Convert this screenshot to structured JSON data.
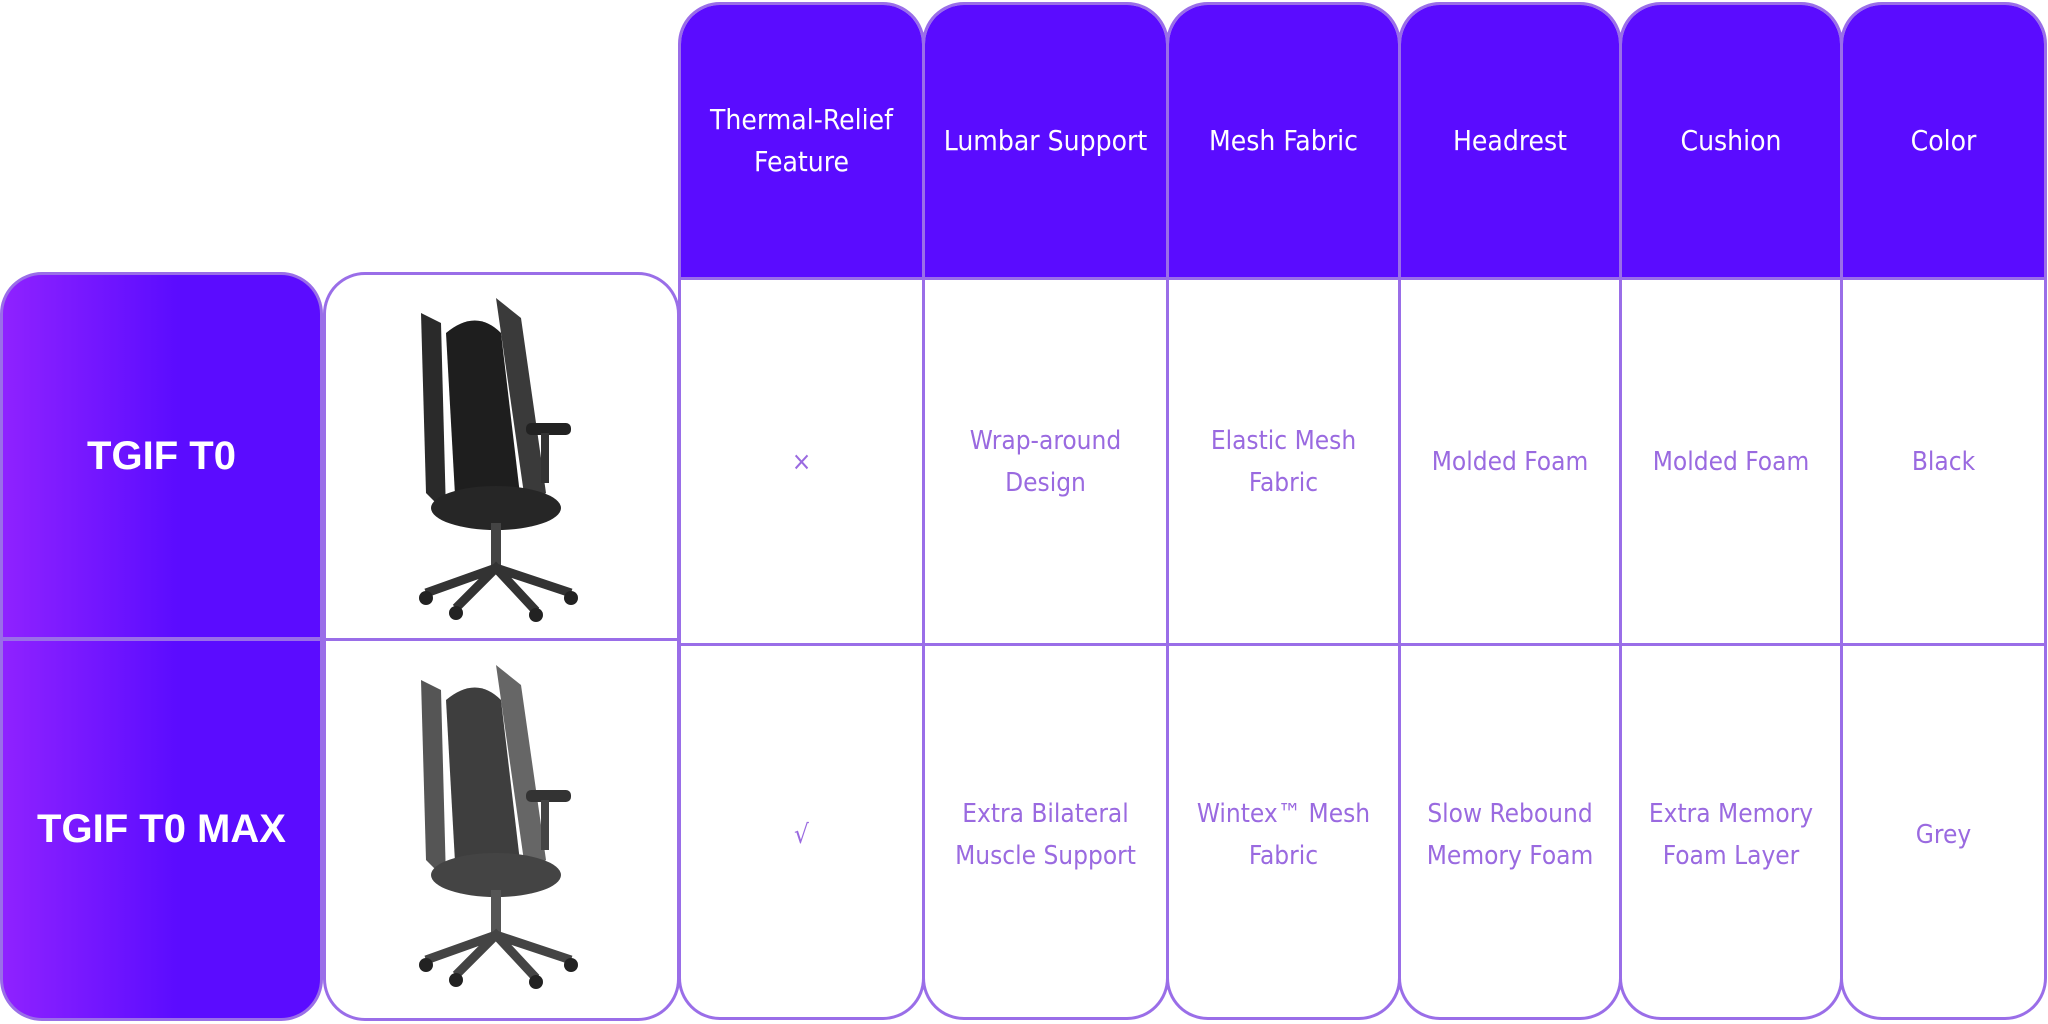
{
  "columns": [
    "Thermal-Relief Feature",
    "Lumbar Support",
    "Mesh Fabric",
    "Headrest",
    "Cushion",
    "Color"
  ],
  "products": [
    {
      "name": "TGIF T0",
      "image": "chair-black-image",
      "values": [
        "×",
        "Wrap-around Design",
        "Elastic Mesh Fabric",
        "Molded Foam",
        "Molded Foam",
        "Black"
      ]
    },
    {
      "name": "TGIF T0 MAX",
      "image": "chair-grey-image",
      "values": [
        "√",
        "Extra Bilateral Muscle Support",
        "Wintex™ Mesh Fabric",
        "Slow Rebound Memory Foam",
        "Extra Memory Foam Layer",
        "Grey"
      ]
    }
  ],
  "colors": {
    "accent": "#5a0cff",
    "gradient_start": "#8f22ff",
    "border": "#9a6ee8",
    "cell_text": "#9a6ae0"
  }
}
